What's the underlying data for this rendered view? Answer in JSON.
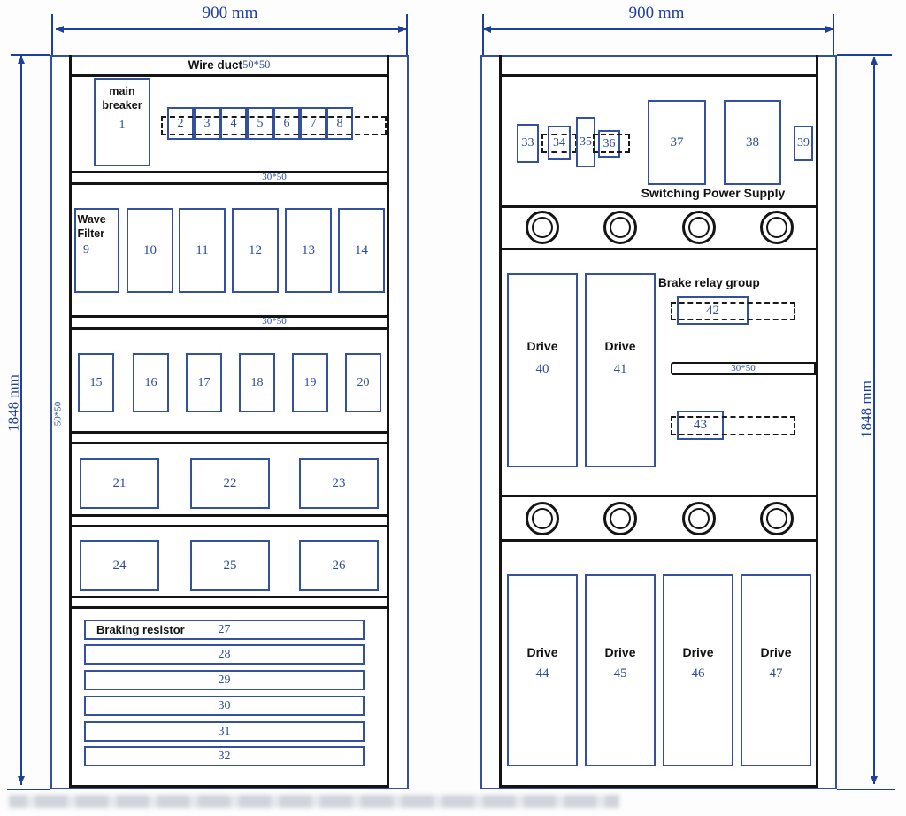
{
  "colors": {
    "line_blue": "#33519e",
    "text_blue": "#2d4c9e",
    "dim_blue": "#1d3f9e",
    "line_black": "#141414"
  },
  "dims": {
    "left_width": "900 mm",
    "right_width": "900 mm",
    "left_height": "1848 mm",
    "right_height": "1848 mm"
  },
  "left_cabinet": {
    "wire_duct_label": "Wire duct",
    "wire_duct_size": "50*50",
    "side_duct_size": "50*50",
    "duct1_size": "30*50",
    "duct2_size": "30*50",
    "main_breaker": {
      "label": "main breaker",
      "number": "1"
    },
    "top_row": [
      "2",
      "3",
      "4",
      "5",
      "6",
      "7",
      "8"
    ],
    "wave_filter": {
      "label": "Wave Filter",
      "number": "9"
    },
    "filter_row": [
      "10",
      "11",
      "12",
      "13",
      "14"
    ],
    "row_15_20": [
      "15",
      "16",
      "17",
      "18",
      "19",
      "20"
    ],
    "row_21_23": [
      "21",
      "22",
      "23"
    ],
    "row_24_26": [
      "24",
      "25",
      "26"
    ],
    "braking_resistor_label": "Braking resistor",
    "resistor_rows": [
      "27",
      "28",
      "29",
      "30",
      "31",
      "32"
    ]
  },
  "right_cabinet": {
    "small_row": [
      "33",
      "34",
      "35",
      "36"
    ],
    "psu_left": "37",
    "psu_right": "38",
    "box_39": "39",
    "psu_label": "Switching Power Supply",
    "brake_relay_label": "Brake relay group",
    "relay_top": "42",
    "relay_bottom": "43",
    "duct_size": "30*50",
    "drive_label": "Drive",
    "drive_40": "40",
    "drive_41": "41",
    "lower_drives": [
      "44",
      "45",
      "46",
      "47"
    ]
  }
}
